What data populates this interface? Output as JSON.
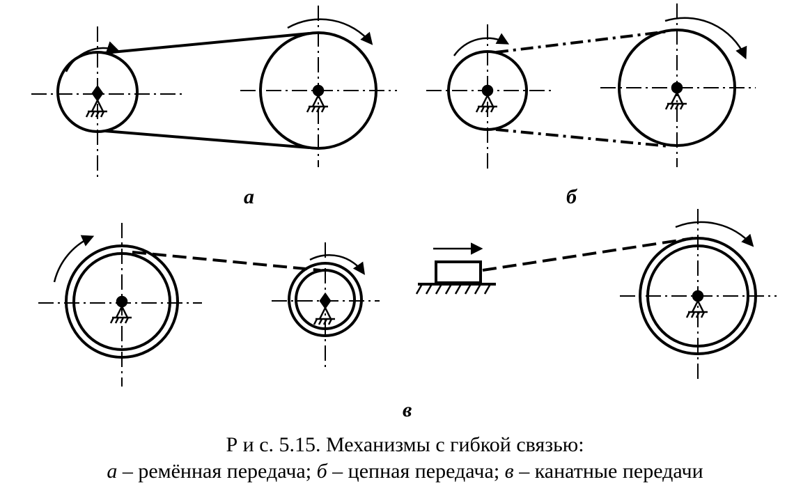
{
  "figure": {
    "label_a": "а",
    "label_b": "б",
    "label_v": "в",
    "caption_title": "Р и с. 5.15. Механизмы с гибкой связью:",
    "caption_parts": [
      {
        "letter": "а",
        "text": " – ремённая передача; "
      },
      {
        "letter": "б",
        "text": " – цепная передача; "
      },
      {
        "letter": "в",
        "text": " – канатные передачи"
      }
    ]
  },
  "colors": {
    "ink": "#000000",
    "paper": "#ffffff"
  }
}
